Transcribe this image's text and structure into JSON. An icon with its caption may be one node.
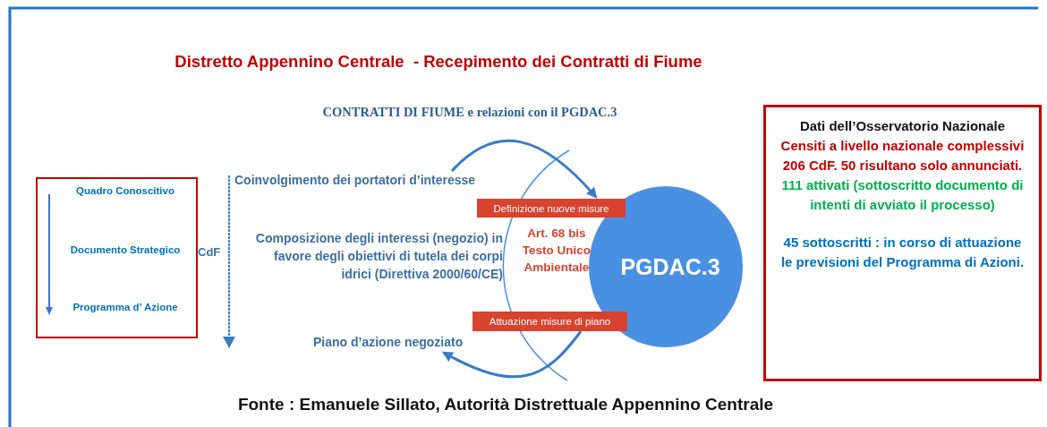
{
  "diagram": {
    "title": "Distretto Appennino Centrale  - Recepimento dei Contratti di Fiume",
    "caption": "Fonte : Emanuele Sillato, Autorità Distrettuale Appennino Centrale",
    "nodes": [
      {
        "text": [
          "Quadro Conoscitivo",
          "Documento Strategico",
          "Programma d’ Azione"
        ]
      },
      {
        "text": [
          "Dati dell’Osservatorio Nazionale",
          "Censiti a livello nazionale complessivi 206 CdF. 50 risultano solo annunciati.",
          "111 attivati (sottoscritto documento di intenti di avviato il processo)",
          "45 sottoscritti : in corso di attuazione le previsioni del Programma di Azioni."
        ]
      },
      {
        "text": [
          "Definizione nuove misure"
        ]
      },
      {
        "text": [
          "Attuazione misure di piano"
        ]
      },
      {
        "text": [
          "PGDAC.3"
        ]
      },
      {
        "text": [
          "Coinvolgimento dei portatori d’interesse"
        ]
      },
      {
        "text": [
          "Piano d’azione negoziato"
        ]
      }
    ],
    "edges": [
      {
        "from": 5,
        "to": 2,
        "arrow": "to"
      },
      {
        "from": 3,
        "to": 6,
        "arrow": "to"
      }
    ],
    "labels": [
      "CONTRATTI DI FIUME e relazioni con il PGDAC.3",
      "CdF",
      "Composizione degli interessi (negozio) in favore degli obiettivi di tutela dei corpi idrici (Direttiva 2000/60/CE)",
      "Art. 68 bis Testo Unico Ambientale"
    ]
  }
}
